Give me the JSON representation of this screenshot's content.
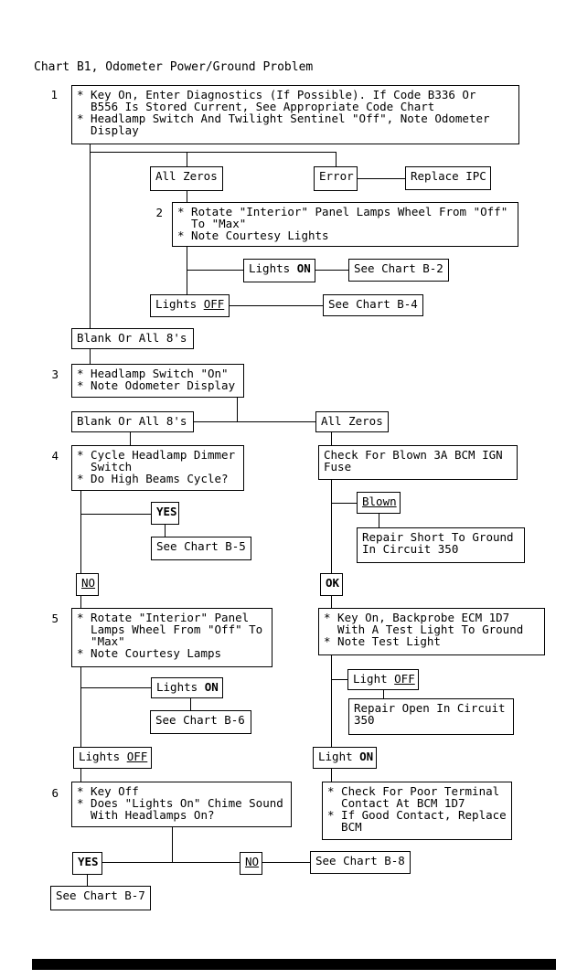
{
  "title": "Chart B1, Odometer Power/Ground Problem",
  "colors": {
    "ink": "#000000",
    "paper": "#ffffff"
  },
  "steps": [
    {
      "num": "1",
      "text": "* Key On, Enter Diagnostics (If Possible). If Code B336 Or\n  B556 Is Stored Current, See Appropriate Code Chart\n* Headlamp Switch And Twilight Sentinel \"Off\", Note Odometer\n  Display"
    },
    {
      "num": "2",
      "text": "* Rotate \"Interior\" Panel Lamps Wheel From \"Off\"\n  To \"Max\"\n* Note Courtesy Lights"
    },
    {
      "num": "3",
      "text": "* Headlamp Switch \"On\"\n* Note Odometer Display"
    },
    {
      "num": "4",
      "text": "* Cycle Headlamp Dimmer\n  Switch\n* Do High Beams Cycle?"
    },
    {
      "num": "5",
      "text": "* Rotate \"Interior\" Panel\n  Lamps Wheel From \"Off\" To\n  \"Max\"\n* Note Courtesy Lamps"
    },
    {
      "num": "6",
      "text": "* Key Off\n* Does \"Lights On\" Chime Sound\n  With Headlamps On?"
    }
  ],
  "nodes": {
    "all_zeros_1": "All Zeros",
    "error": "Error",
    "replace_ipc": "Replace IPC",
    "lights_on_1": {
      "label": "Lights ",
      "keyword": "ON"
    },
    "see_b2": "See Chart B-2",
    "lights_off_1": {
      "label": "Lights ",
      "keyword": "OFF"
    },
    "see_b4": "See Chart B-4",
    "blank_8s_1": "Blank Or All 8's",
    "blank_8s_2": "Blank Or All 8's",
    "all_zeros_2": "All Zeros",
    "fuse": "Check For Blown 3A BCM IGN\nFuse",
    "yes_1": {
      "keyword": "YES"
    },
    "see_b5": "See Chart B-5",
    "blown": {
      "keyword": "Blown"
    },
    "repair_short": "Repair Short To Ground\nIn Circuit 350",
    "no_1": {
      "keyword": "NO"
    },
    "ok": {
      "keyword": "OK"
    },
    "backprobe": "* Key On, Backprobe ECM 1D7\n  With A Test Light To Ground\n* Note Test Light",
    "lights_on_2": {
      "label": "Lights ",
      "keyword": "ON"
    },
    "see_b6": "See Chart B-6",
    "light_off": {
      "label": "Light ",
      "keyword": "OFF"
    },
    "repair_open": "Repair Open In Circuit\n350",
    "lights_off_2": {
      "label": "Lights ",
      "keyword": "OFF"
    },
    "light_on": {
      "label": "Light ",
      "keyword": "ON"
    },
    "terminal": "* Check For Poor Terminal\n  Contact At BCM 1D7\n* If Good Contact, Replace\n  BCM",
    "yes_2": {
      "keyword": "YES"
    },
    "no_2": {
      "keyword": "NO"
    },
    "see_b8": "See Chart B-8",
    "see_b7": "See Chart B-7"
  }
}
